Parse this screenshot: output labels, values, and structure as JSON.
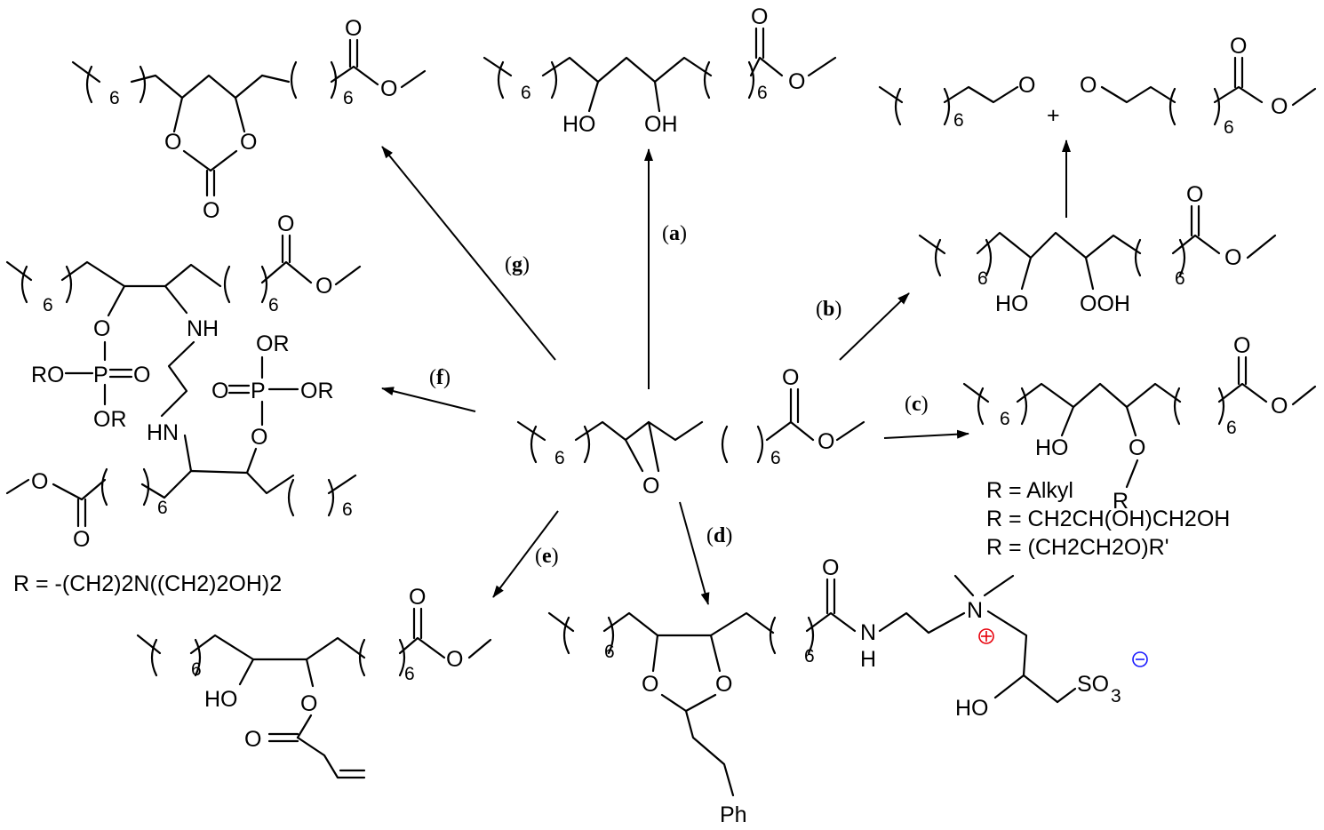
{
  "reactions": {
    "a": "a",
    "b": "b",
    "c": "c",
    "d": "d",
    "e": "e",
    "f": "f",
    "g": "g"
  },
  "subscript_n": "6",
  "atoms": {
    "O": "O",
    "HO": "HO",
    "OH": "OH",
    "OOH": "OOH",
    "NH": "NH",
    "HN": "HN",
    "N": "N",
    "H": "H",
    "P": "P",
    "RO": "RO",
    "OR": "OR",
    "R": "R",
    "Ph": "Ph",
    "SO": "SO",
    "three": "3",
    "plus": "+"
  },
  "c_substituents": [
    "R = Alkyl",
    "R = CH2CH(OH)CH2OH",
    "R = (CH2CH2O)R'"
  ],
  "f_substituent": "R = -(CH2)2N((CH2)2OH)2",
  "colors": {
    "bond": "#000000",
    "cation": "#e8000b",
    "anion": "#1a1aff"
  }
}
